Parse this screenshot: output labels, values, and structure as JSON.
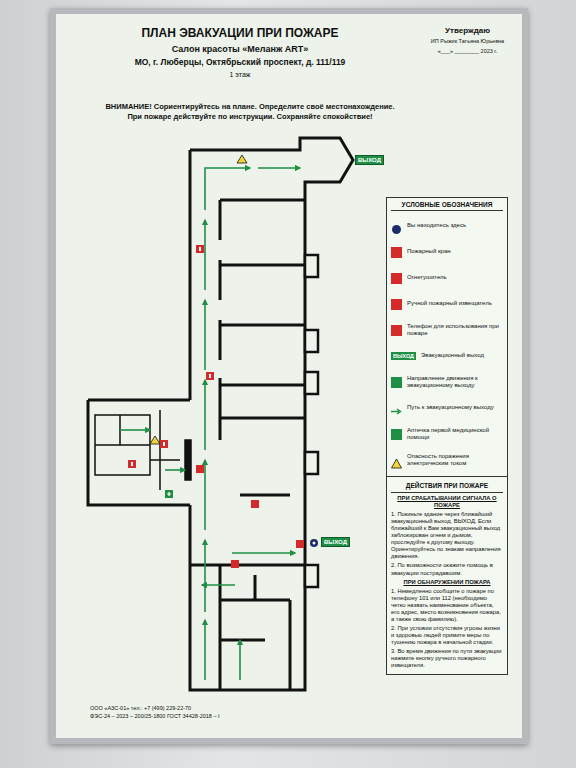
{
  "diagram": {
    "title": "ПЛАН ЭВАКУАЦИИ ПРИ ПОЖАРЕ",
    "nodes": [
      {
        "text": [
          "УСЛОВНЫЕ ОБОЗНАЧЕНИЯ"
        ]
      },
      {
        "text": [
          "ДЕЙСТВИЯ ПРИ ПОЖАРЕ",
          "ПРИ СРАБАТЫВАНИИ СИГНАЛА О ПОЖАРЕ",
          "1. Покиньте здание через ближайший эвакуационный выход. ВЫХОД. Если ближайший к Вам эвакуационный выход заблокирован огнем и дымом, проследуйте к другому выходу. Ориентируйтесь по знакам направления движения.",
          "2. По возможности окажите помощь в эвакуации пострадавшим.",
          "ПРИ ОБНАРУЖЕНИИ ПОЖАРА",
          "1. Немедленно сообщите о пожаре по телефону 101 или 112 (необходимо четко назвать наименование объекта, его адрес, место возникновения пожара, а также свою фамилию).",
          "2. При условии отсутствия угрозы жизни и здоровью людей примите меры по тушению пожара в начальной стадии.",
          "3. Во время движения по пути эвакуации нажмите кнопку ручного пожарного извещателя."
        ]
      },
      {
        "text": [
          "ВЫХОД"
        ]
      },
      {
        "text": [
          "ВЫХОД"
        ]
      }
    ],
    "labels": [
      "Салон красоты «Меланж ART»",
      "МО, г. Люберцы, Октябрьский проспект, д. 111/119",
      "1 этаж",
      "Утверждаю",
      "ИП Рыжик Татьяна Юрьевна",
      "«___» ________ 2023 г.",
      "ВНИМАНИЕ! Сориентируйтесь на плане. Определите своё местонахождение.",
      "При пожаре действуйте по инструкции. Сохраняйте спокойствие!",
      "ВЫХОД",
      "ООО «АЗС-01» тел.: +7 (499) 229-22-70",
      "ФЭС-24 – 2023 – 200/25-1800 ГОСТ 34428-2018 – I"
    ],
    "legend": [
      {
        "text": "Вы находитесь здесь"
      },
      {
        "text": "Пожарный кран",
        "color": "#d42a2a"
      },
      {
        "text": "Огнетушитель",
        "color": "#d42a2a"
      },
      {
        "text": "Ручной пожарный извещатель",
        "color": "#d42a2a"
      },
      {
        "text": "Телефон для использования при пожаре",
        "color": "#d42a2a"
      },
      {
        "text": "Эвакуационный выход",
        "color": "#1f8f45"
      },
      {
        "text": "Направление движения к эвакуационному выходу",
        "color": "#1f8f45"
      },
      {
        "text": "Путь к эвакуационному выходу"
      },
      {
        "text": "Аптечка первой медицинской помощи",
        "color": "#1f8f45"
      },
      {
        "text": "Опасность поражения электрическим током"
      }
    ]
  }
}
